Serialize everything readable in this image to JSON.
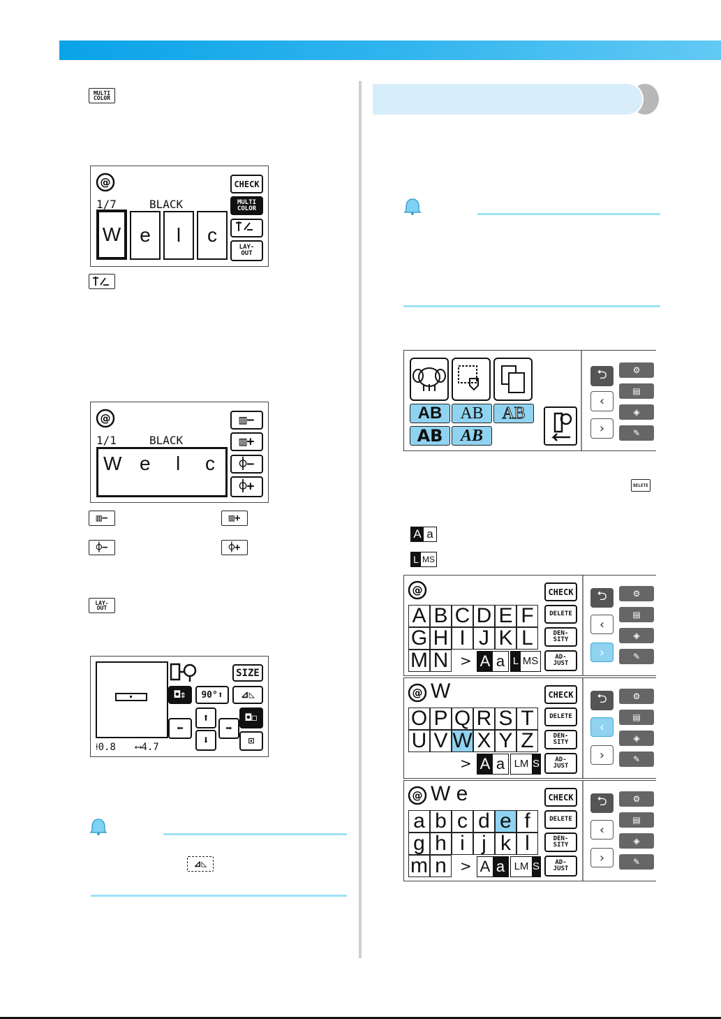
{
  "header": {
    "accent": "#2fb4ee"
  },
  "icons": {
    "multi_color": "MULTI\nCOLOR",
    "layout": "LAY-\nOUT",
    "delete": "DELETE"
  },
  "screen1": {
    "counter": "1/7",
    "color_name": "BLACK",
    "letters": [
      "W",
      "e",
      "l",
      "c"
    ],
    "check": "CHECK",
    "multi": "MULTI\nCOLOR",
    "layout": "LAY-\nOUT"
  },
  "screen2": {
    "counter": "1/1",
    "color_name": "BLACK",
    "letters": [
      "W",
      "e",
      "l",
      "c"
    ]
  },
  "screen3": {
    "size": "SIZE",
    "rotate": "90°",
    "height": "0.8",
    "width": "4.7"
  },
  "selector": {
    "fonts": [
      "AB",
      "AB",
      "AB",
      "AB",
      "AB"
    ]
  },
  "kb1": {
    "preview": "",
    "row1": [
      "A",
      "B",
      "C",
      "D",
      "E",
      "F"
    ],
    "row2": [
      "G",
      "H",
      "I",
      "J",
      "K",
      "L"
    ],
    "row3": [
      "M",
      "N"
    ],
    "case": [
      "A",
      "a"
    ],
    "size": [
      "L",
      "MS"
    ],
    "check": "CHECK",
    "delete": "DELETE",
    "density": "DEN-\nSITY",
    "adjust": "AD-\nJUST"
  },
  "kb2": {
    "preview": "W",
    "row1": [
      "O",
      "P",
      "Q",
      "R",
      "S",
      "T"
    ],
    "row2": [
      "U",
      "V",
      "W",
      "X",
      "Y",
      "Z"
    ],
    "case": [
      "A",
      "a"
    ],
    "size": [
      "LM",
      "S"
    ],
    "check": "CHECK",
    "delete": "DELETE",
    "density": "DEN-\nSITY",
    "adjust": "AD-\nJUST"
  },
  "kb3": {
    "preview": "W e",
    "row1": [
      "a",
      "b",
      "c",
      "d",
      "e",
      "f"
    ],
    "row2": [
      "g",
      "h",
      "i",
      "j",
      "k",
      "l"
    ],
    "row3": [
      "m",
      "n"
    ],
    "case": [
      "A",
      "a"
    ],
    "size": [
      "LM",
      "S"
    ],
    "check": "CHECK",
    "delete": "DELETE",
    "density": "DEN-\nSITY",
    "adjust": "AD-\nJUST"
  },
  "small_icons": {
    "case_a": [
      "A",
      "a"
    ],
    "size": [
      "L",
      "MS"
    ]
  },
  "nav_icons": [
    "back-icon",
    "embroidery-icon",
    "prev-icon",
    "page-icon",
    "next-icon",
    "frame-icon",
    "sew-icon"
  ]
}
